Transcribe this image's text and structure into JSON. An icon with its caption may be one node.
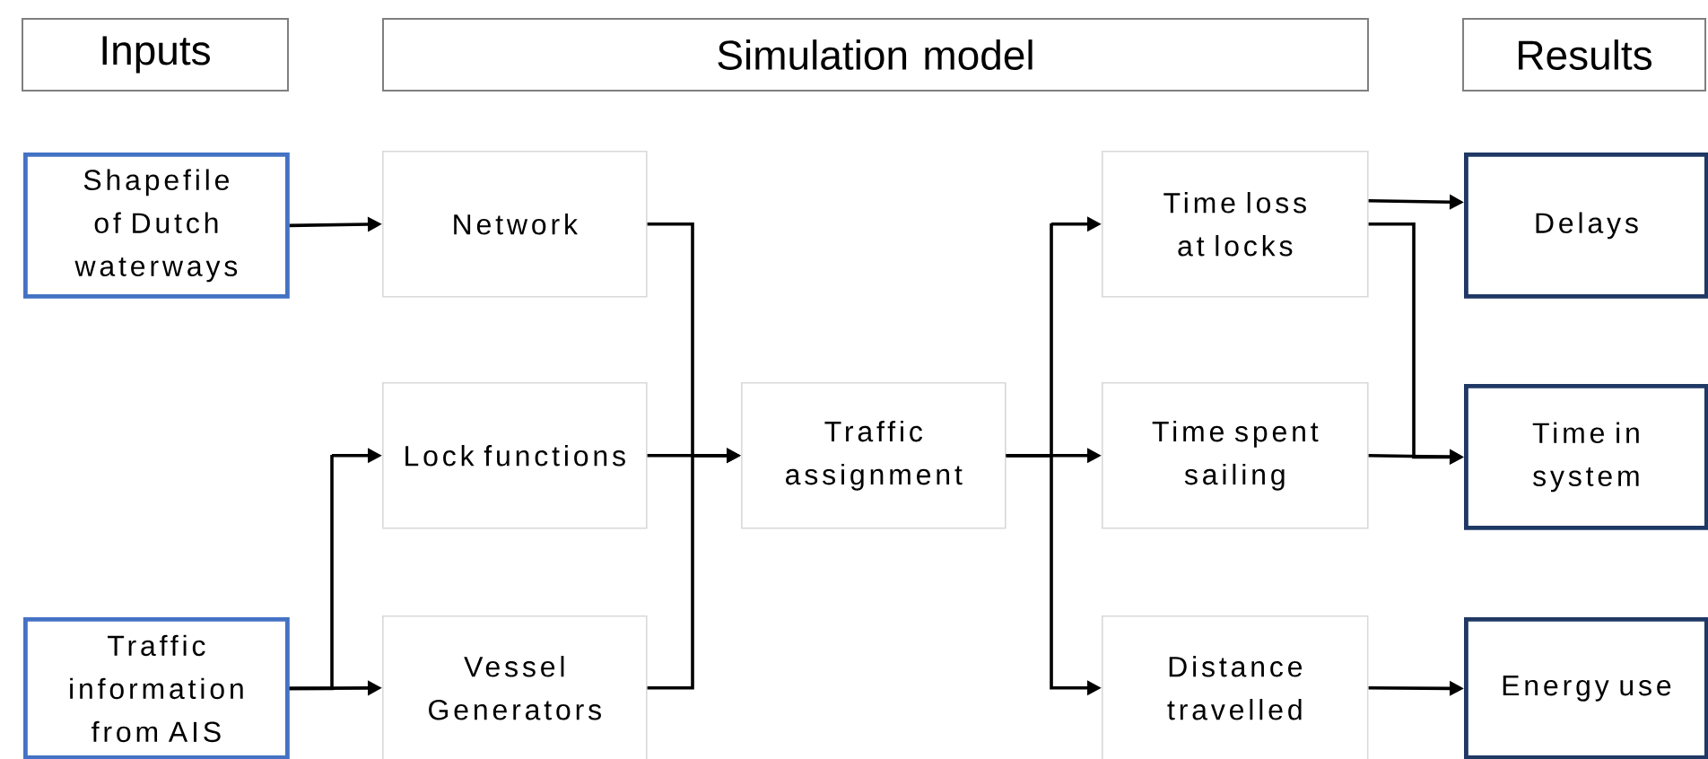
{
  "diagram": {
    "nodes": [
      {
        "text": [
          "Inputs"
        ]
      },
      {
        "text": [
          "Simulation model"
        ]
      },
      {
        "text": [
          "Results"
        ]
      },
      {
        "text": [
          "Shapefile of Dutch waterways"
        ]
      },
      {
        "text": [
          "Traffic information from AIS"
        ]
      },
      {
        "text": [
          "Network"
        ]
      },
      {
        "text": [
          "Lock functions"
        ]
      },
      {
        "text": [
          "Vessel Generators"
        ]
      },
      {
        "text": [
          "Traffic assignment"
        ]
      },
      {
        "text": [
          "Time loss at locks"
        ]
      },
      {
        "text": [
          "Time spent sailing"
        ]
      },
      {
        "text": [
          "Distance travelled"
        ]
      },
      {
        "text": [
          "Delays"
        ]
      },
      {
        "text": [
          "Time in system"
        ]
      },
      {
        "text": [
          "Energy use"
        ]
      }
    ],
    "edges": [
      {
        "from": 3,
        "to": 5,
        "arrow": "to"
      },
      {
        "from": 4,
        "to": 6,
        "arrow": "to"
      },
      {
        "from": 4,
        "to": 7,
        "arrow": "to"
      },
      {
        "from": 5,
        "to": 8,
        "arrow": "to"
      },
      {
        "from": 6,
        "to": 8,
        "arrow": "to"
      },
      {
        "from": 7,
        "to": 8,
        "arrow": "to"
      },
      {
        "from": 8,
        "to": 9,
        "arrow": "to"
      },
      {
        "from": 8,
        "to": 10,
        "arrow": "to"
      },
      {
        "from": 8,
        "to": 11,
        "arrow": "to"
      },
      {
        "from": 9,
        "to": 12,
        "arrow": "to"
      },
      {
        "from": 9,
        "to": 13,
        "arrow": "to"
      },
      {
        "from": 10,
        "to": 13,
        "arrow": "to"
      },
      {
        "from": 11,
        "to": 14,
        "arrow": "to"
      }
    ]
  }
}
